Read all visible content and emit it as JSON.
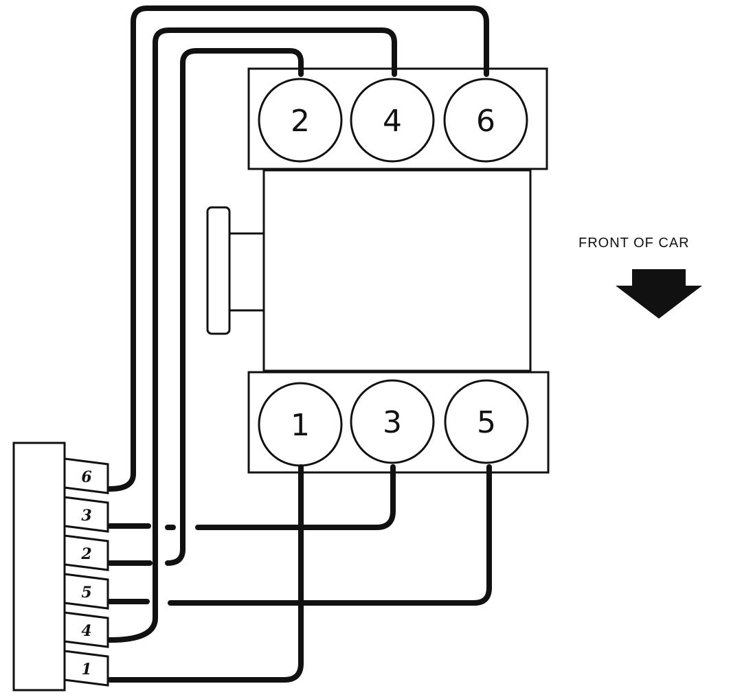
{
  "front_label": "FRONT OF CAR",
  "rear_bank": [
    {
      "id": "cyl-2",
      "label": "2"
    },
    {
      "id": "cyl-4",
      "label": "4"
    },
    {
      "id": "cyl-6",
      "label": "6"
    }
  ],
  "front_bank": [
    {
      "id": "cyl-1",
      "label": "1"
    },
    {
      "id": "cyl-3",
      "label": "3"
    },
    {
      "id": "cyl-5",
      "label": "5"
    }
  ],
  "coil_pack_terminals": [
    "6",
    "3",
    "2",
    "5",
    "4",
    "1"
  ],
  "colors": {
    "ink": "#111111",
    "background": "#ffffff"
  }
}
